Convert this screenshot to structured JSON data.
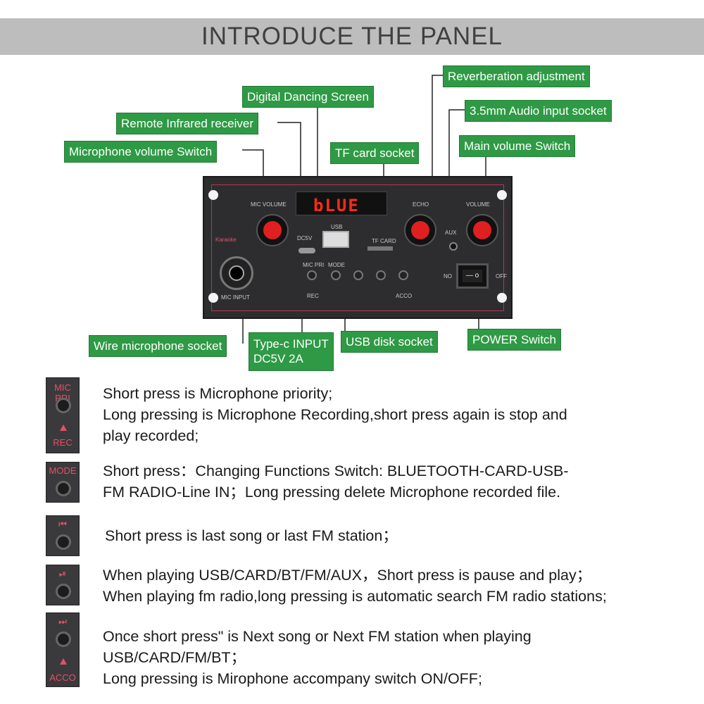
{
  "header": {
    "title": "INTRODUCE THE PANEL"
  },
  "callouts": {
    "reverberation": "Reverberation adjustment",
    "digital_screen": "Digital Dancing Screen",
    "audio_socket": "3.5mm Audio input socket",
    "remote_ir": "Remote Infrared receiver",
    "mic_volume": "Microphone volume Switch",
    "tf_socket": "TF card socket",
    "main_volume": "Main volume Switch",
    "wire_mic": "Wire microphone socket",
    "typec_line1": "Type-c INPUT",
    "typec_line2": "DC5V 2A",
    "usb_disk": "USB disk socket",
    "power_switch": "POWER Switch"
  },
  "panel": {
    "display_text": "bLUE",
    "mic_volume_label": "MIC VOLUME",
    "karaoke_label": "Karaoke",
    "dc5v_label": "DC5V",
    "usb_label": "USB",
    "tf_card_label": "TF  CARD",
    "echo_label": "ECHO",
    "volume_label": "VOLUME",
    "aux_label": "AUX",
    "mic_input_label": "MIC INPUT",
    "btn_micpri": "MIC PRI",
    "btn_mode": "MODE",
    "rec_label": "REC",
    "acco_label": "ACCO",
    "on_label": "NO",
    "off_label": "OFF",
    "power_symbols": "— o"
  },
  "legend": [
    {
      "icon": "mic-pri-rec-button",
      "top_label": "MIC PRI",
      "bottom_label": "REC",
      "lines": [
        "Short press is Microphone priority;",
        "Long pressing is Microphone Recording,short press again is stop and",
        "play recorded;"
      ]
    },
    {
      "icon": "mode-button",
      "top_label": "MODE",
      "bottom_label": "",
      "lines": [
        "Short press：Changing Functions Switch: BLUETOOTH-CARD-USB-",
        "FM RADIO-Line IN；Long pressing delete Microphone recorded file."
      ]
    },
    {
      "icon": "previous-button",
      "top_label": "⏮",
      "bottom_label": "",
      "lines": [
        "Short press is last song or last FM station；"
      ]
    },
    {
      "icon": "play-pause-button",
      "top_label": "⏯",
      "bottom_label": "",
      "lines": [
        "When playing USB/CARD/BT/FM/AUX，Short press is pause and play；",
        "When playing fm radio,long pressing is automatic search FM radio stations;"
      ]
    },
    {
      "icon": "next-acco-button",
      "top_label": "⏭",
      "bottom_label": "ACCO",
      "lines": [
        "Once short press\" is Next song or Next FM station when playing",
        "USB/CARD/FM/BT；",
        "Long pressing is Mirophone accompany switch ON/OFF;"
      ]
    }
  ],
  "colors": {
    "callout_green": "#2f9a45",
    "header_gray": "#bdbdbd",
    "accent_red": "#e02020",
    "panel_dark": "#2d2d2f"
  }
}
